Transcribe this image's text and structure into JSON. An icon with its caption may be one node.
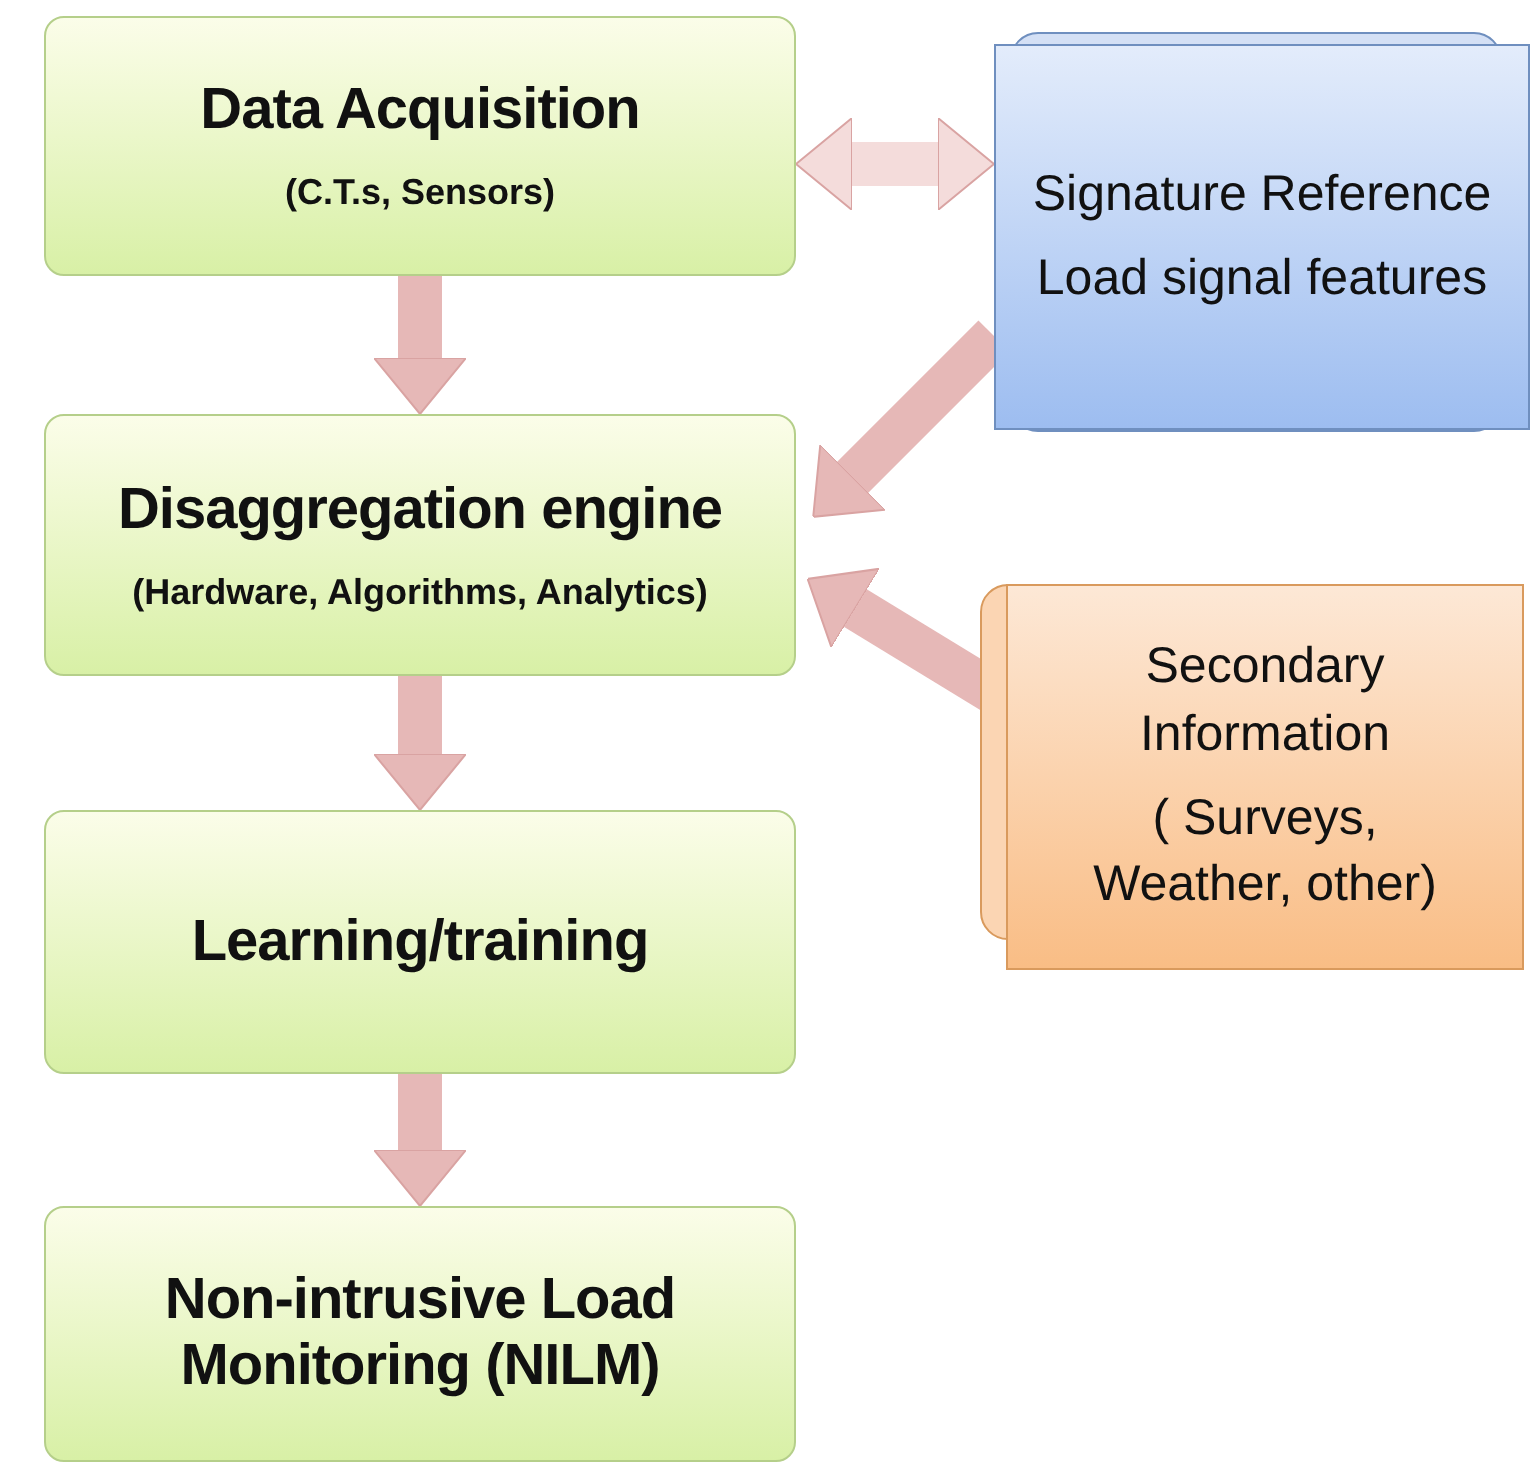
{
  "diagram": {
    "nodes": [
      {
        "text": [
          "Data Acquisition",
          "(C.T.s, Sensors)"
        ]
      },
      {
        "text": [
          "Disaggregation engine",
          "(Hardware, Algorithms, Analytics)"
        ]
      },
      {
        "text": [
          "Learning/training"
        ]
      },
      {
        "text": [
          "Non-intrusive Load Monitoring (NILM)"
        ]
      },
      {
        "text": [
          "Signature Reference",
          "Load signal features"
        ]
      },
      {
        "text": [
          "Secondary Information",
          "( Surveys, Weather, other)"
        ]
      }
    ],
    "edges": [
      {
        "from": 0,
        "to": 1,
        "arrow": "to"
      },
      {
        "from": 1,
        "to": 2,
        "arrow": "to"
      },
      {
        "from": 2,
        "to": 3,
        "arrow": "to"
      },
      {
        "from": 0,
        "to": 4,
        "arrow": "both",
        "color": "#f4dcdb"
      },
      {
        "from": 4,
        "to": 1,
        "arrow": "to"
      },
      {
        "from": 5,
        "to": 1,
        "arrow": "to"
      }
    ]
  }
}
